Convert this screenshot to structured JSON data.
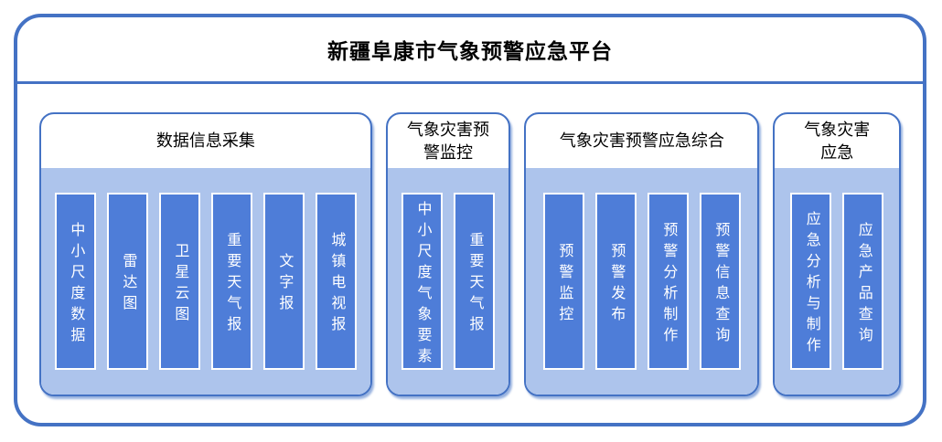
{
  "title": "新疆阜康市气象预警应急平台",
  "colors": {
    "accent_border": "#4472C4",
    "panel_fill": "#ADC4EC",
    "bar_fill": "#4E7DD8",
    "bar_border": "#FFFFFF",
    "bar_text": "#FFFFFF",
    "header_text": "#000000"
  },
  "sections": [
    {
      "header": "数据信息采集",
      "items": [
        "中小尺度数据",
        "雷达图",
        "卫星云图",
        "重要天气报",
        "文字报",
        "城镇电视报"
      ]
    },
    {
      "header": "气象灾害预警监控",
      "items": [
        "中小尺度气象要素",
        "重要天气报"
      ]
    },
    {
      "header": "气象灾害预警应急综合",
      "items": [
        "预警监控",
        "预警发布",
        "预警分析制作",
        "预警信息查询"
      ]
    },
    {
      "header": "气象灾害应急",
      "items": [
        "应急分析与制作",
        "应急产品查询"
      ]
    }
  ]
}
